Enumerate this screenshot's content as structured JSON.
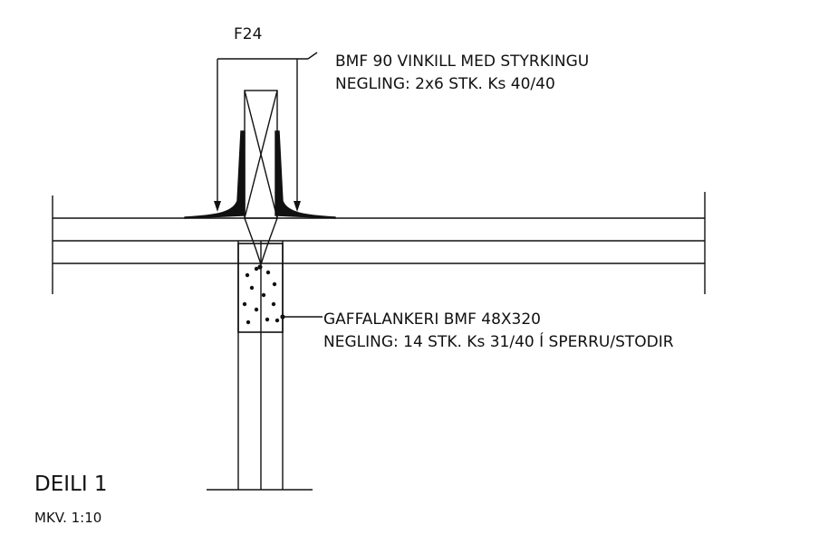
{
  "drawing": {
    "tag": "F24",
    "callout_top": {
      "line1": "BMF 90 VINKILL MED STYRKINGU",
      "line2": "NEGLING: 2x6 STK. Ks 40/40"
    },
    "callout_bottom": {
      "line1": "GAFFALANKERI BMF 48X320",
      "line2": "NEGLING: 14 STK. Ks 31/40 Í SPERRU/STODIR"
    },
    "title": "DEILI 1",
    "scale": "MKV. 1:10"
  },
  "colors": {
    "ink": "#111111",
    "background": "#ffffff"
  }
}
